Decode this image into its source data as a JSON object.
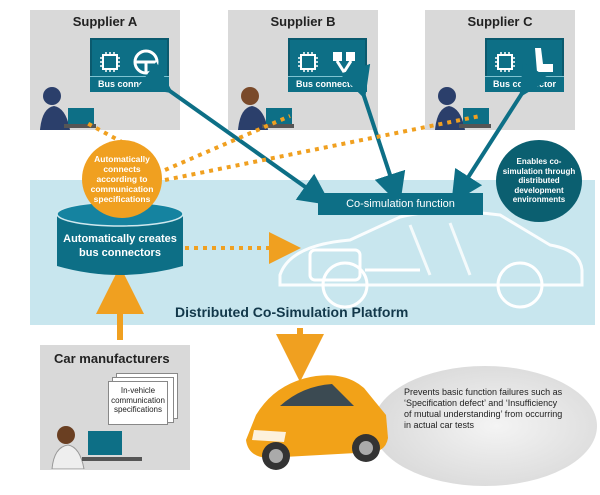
{
  "suppliers": [
    {
      "name": "Supplier A",
      "bus_label": "Bus connector",
      "component_icon": "steering-wheel-icon"
    },
    {
      "name": "Supplier B",
      "bus_label": "Bus connector",
      "component_icon": "engine-pistons-icon"
    },
    {
      "name": "Supplier C",
      "bus_label": "Bus connector",
      "component_icon": "car-seat-icon"
    }
  ],
  "bubbles": {
    "auto_connect": "Automatically connects according to communication specifications",
    "enables": "Enables co-simulation through distributed development environments"
  },
  "platform": {
    "cylinder_text": "Automatically creates bus connectors",
    "cosim_label": "Co-simulation function",
    "title": "Distributed Co-Simulation Platform"
  },
  "manufacturers": {
    "title": "Car manufacturers",
    "doc_text": "In-vehicle communication specifications"
  },
  "result": {
    "text": "Prevents basic function failures such as ‘Specification defect’ and ‘Insufficiency of mutual understanding’ from occurring in actual car tests"
  },
  "colors": {
    "teal_dark": "#0d6f86",
    "teal_light": "#c8e6ee",
    "orange": "#f0a020",
    "car_orange": "#f2a218",
    "panel_gray": "#d9d9d9"
  }
}
